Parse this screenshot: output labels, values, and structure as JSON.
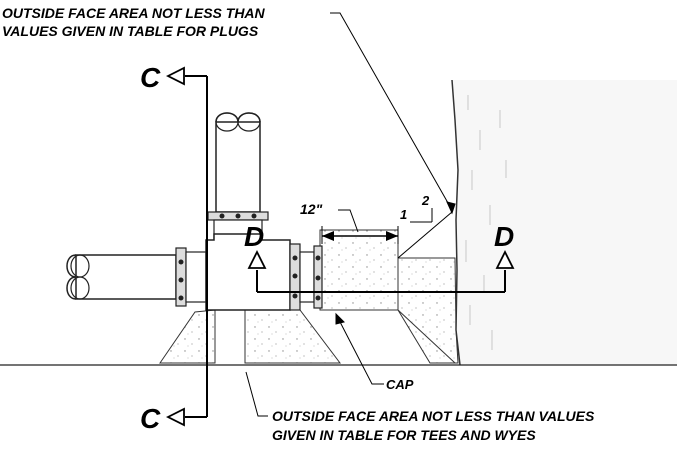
{
  "notes": {
    "plugs_line1": "OUTSIDE FACE AREA NOT LESS THAN",
    "plugs_line2": "VALUES GIVEN IN TABLE FOR PLUGS",
    "tees_line1": "OUTSIDE FACE AREA NOT LESS THAN VALUES",
    "tees_line2": "GIVEN IN TABLE FOR TEES AND WYES",
    "cap": "CAP"
  },
  "section_c": {
    "top": "C",
    "bottom": "C"
  },
  "section_d": {
    "left": "D",
    "right": "D"
  },
  "dimension": {
    "length": "12\""
  },
  "slope": {
    "rise": "1",
    "run": "2"
  }
}
